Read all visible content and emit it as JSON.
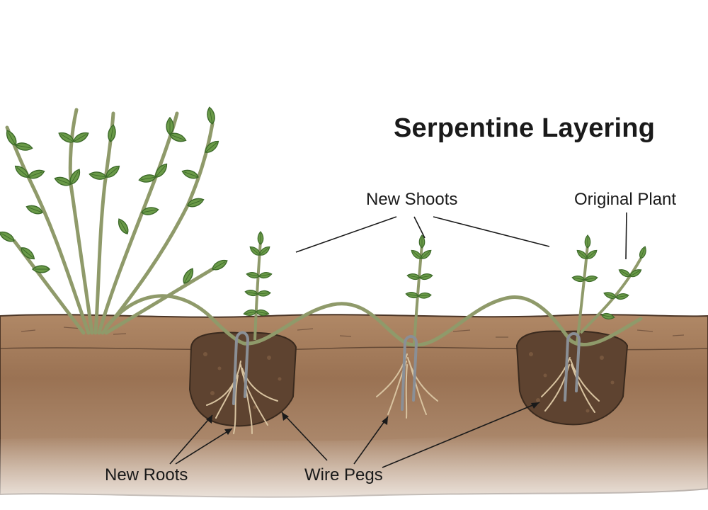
{
  "title": "Serpentine Layering",
  "labels": {
    "new_shoots": "New Shoots",
    "original_plant": "Original Plant",
    "new_roots": "New Roots",
    "wire_pegs": "Wire Pegs"
  },
  "colors": {
    "background": "#ffffff",
    "soil_surface": "#a9805e",
    "soil_deep": "#8a6446",
    "dug_soil": "#5e4330",
    "stem": "#8f9a6a",
    "leaf": "#6a9a48",
    "leaf_vein": "#3d6a2a",
    "roots": "#d8c3a0",
    "wire_peg": "#8a8f96",
    "callout_line": "#1a1a1a"
  }
}
